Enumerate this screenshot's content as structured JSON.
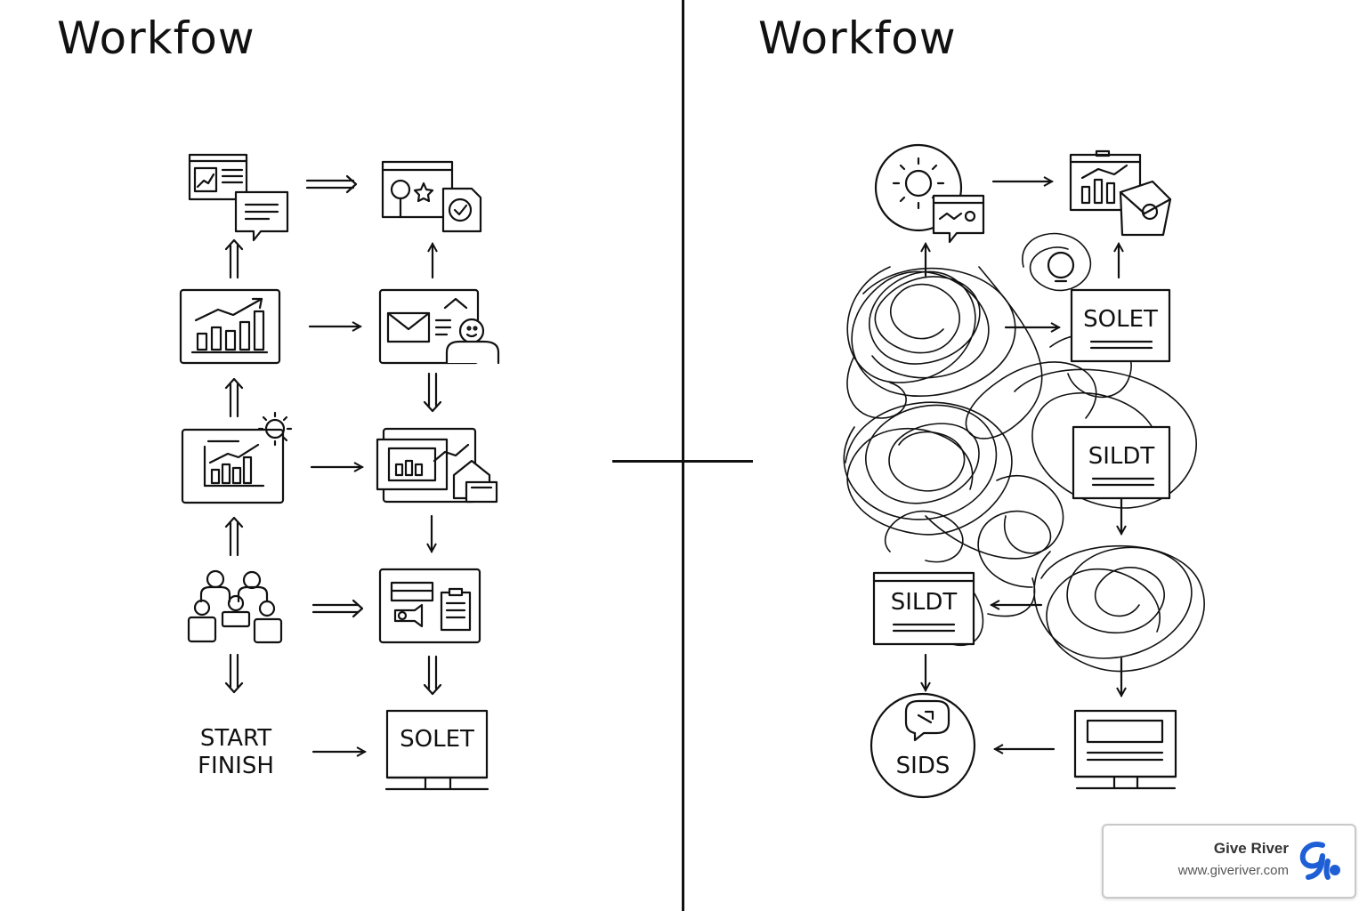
{
  "left_panel": {
    "title": "Workfow"
  },
  "right_panel": {
    "title": "Workfow"
  },
  "labels": {
    "start": "START",
    "finish": "FINISH",
    "left_solet": "SOLET",
    "right_solet": "SOLET",
    "right_sildt_1": "SILDT",
    "right_sildt_2": "SILDT",
    "sids": "SIDS"
  },
  "badge": {
    "name": "Give River",
    "url": "www.giveriver.com",
    "logo_icon": "giveriver-logo-icon"
  },
  "colors": {
    "ink": "#111111",
    "background": "#ffffff",
    "badge_logo": "#1f5fd6"
  }
}
